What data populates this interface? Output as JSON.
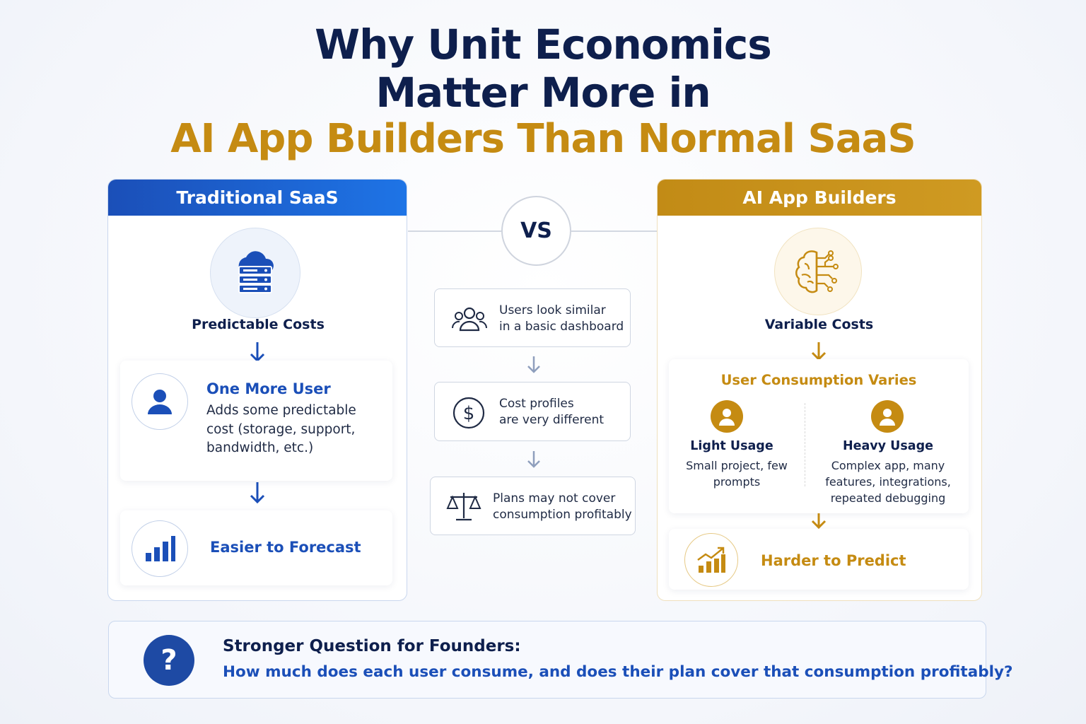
{
  "title": {
    "line1": "Why Unit Economics",
    "line2": "Matter More in",
    "line3": "AI App Builders Than Normal SaaS"
  },
  "colors": {
    "navy": "#0e1f4d",
    "blue": "#1b4fb8",
    "gold": "#c58b12"
  },
  "left": {
    "header": "Traditional SaaS",
    "icon": "cloud-server-icon",
    "top_label": "Predictable Costs",
    "card1": {
      "icon": "user-icon",
      "title": "One More User",
      "line1": "Adds some predictable",
      "line2": "cost (storage, support,",
      "line3": "bandwidth, etc.)"
    },
    "card2": {
      "icon": "bar-chart-icon",
      "title": "Easier to Forecast"
    }
  },
  "vs": "VS",
  "middle": {
    "box1": {
      "icon": "users-group-icon",
      "line1": "Users look similar",
      "line2": "in a basic dashboard"
    },
    "box2": {
      "icon": "dollar-icon",
      "line1": "Cost profiles",
      "line2": "are very different"
    },
    "box3": {
      "icon": "scale-icon",
      "line1": "Plans may not cover",
      "line2": "consumption profitably"
    }
  },
  "right": {
    "header": "AI App Builders",
    "icon": "brain-circuit-icon",
    "top_label": "Variable Costs",
    "card1": {
      "title": "User Consumption Varies",
      "light": {
        "icon": "user-icon",
        "title": "Light Usage",
        "line1": "Small project, few",
        "line2": "prompts"
      },
      "heavy": {
        "icon": "user-icon",
        "title": "Heavy Usage",
        "line1": "Complex app, many",
        "line2": "features, integrations,",
        "line3": "repeated debugging"
      }
    },
    "card2": {
      "icon": "trend-chart-icon",
      "title": "Harder to Predict"
    }
  },
  "bottom": {
    "icon": "question-icon",
    "heading": "Stronger Question for Founders:",
    "question": "How much does each user consume, and does their plan cover that consumption profitably?"
  }
}
